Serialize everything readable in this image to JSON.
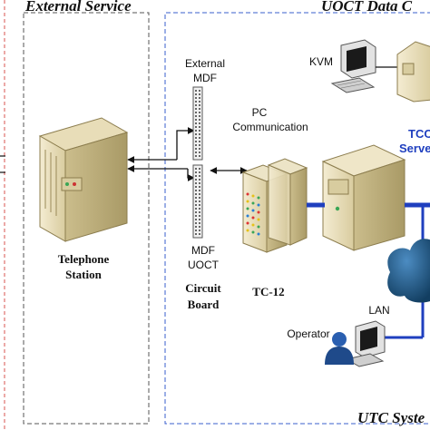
{
  "sections": {
    "external_service": "External Service",
    "uoct_data_center": "UOCT Data C",
    "utc_system": "UTC Syste"
  },
  "labels": {
    "external_mdf_line1": "External",
    "external_mdf_line2": "MDF",
    "pc_comm_line1": "PC",
    "pc_comm_line2": "Communication",
    "kvm": "KVM",
    "tcc_server_line1": "TCC",
    "tcc_server_line2": "Serve",
    "telephone_station_line1": "Telephone",
    "telephone_station_line2": "Station",
    "mdf_uoct_line1": "MDF",
    "mdf_uoct_line2": "UOCT",
    "circuit_board_line1": "Circuit",
    "circuit_board_line2": "Board",
    "tc12": "TC-12",
    "lan": "LAN",
    "operator": "Operator"
  },
  "colors": {
    "border_dash": "#555555",
    "border_red": "#d9534f",
    "border_blue": "#3a5fcd",
    "tcc_blue": "#1f3fbf",
    "bus_blue": "#1f3fbf",
    "cloud_blue": "#1e5a86",
    "device_beige": "#efe6c8",
    "device_shadow": "#b8a878"
  },
  "icons": {
    "telephone_station": "server-tower-icon",
    "mdf_board": "patch-panel-icon",
    "tc12": "controller-rack-icon",
    "tcc_server": "server-tower-icon",
    "kvm": "computer-monitor-icon",
    "operator": "user-workstation-icon",
    "network": "cloud-icon"
  }
}
